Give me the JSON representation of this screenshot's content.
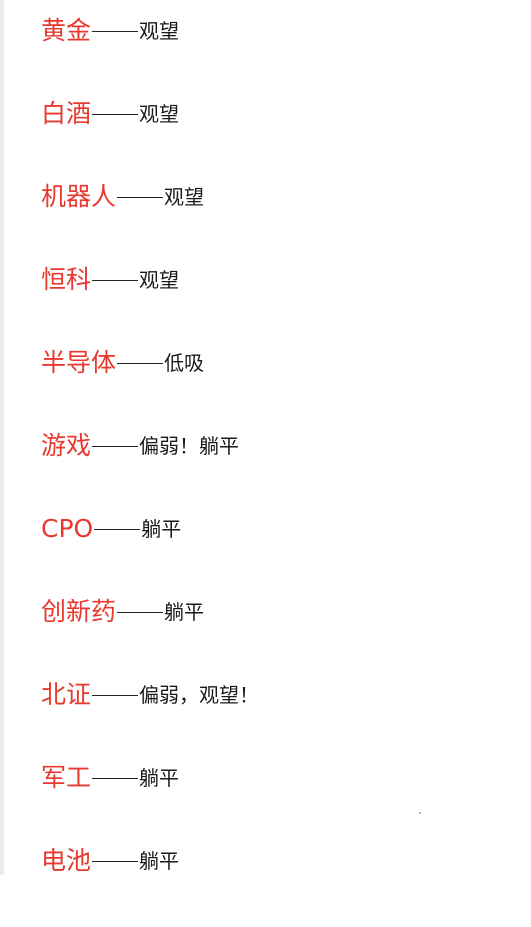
{
  "colors": {
    "name": "#e8392f",
    "status": "#1a1a1a"
  },
  "items": [
    {
      "name": "黄金",
      "status": "观望"
    },
    {
      "name": "白酒",
      "status": "观望"
    },
    {
      "name": "机器人",
      "status": "观望"
    },
    {
      "name": "恒科",
      "status": "观望"
    },
    {
      "name": "半导体",
      "status": "低吸"
    },
    {
      "name": "游戏",
      "status": "偏弱！躺平"
    },
    {
      "name": "CPO",
      "status": "躺平"
    },
    {
      "name": "创新药",
      "status": "躺平"
    },
    {
      "name": "北证",
      "status": "偏弱，观望！"
    },
    {
      "name": "军工",
      "status": "躺平"
    },
    {
      "name": "电池",
      "status": "躺平"
    }
  ]
}
